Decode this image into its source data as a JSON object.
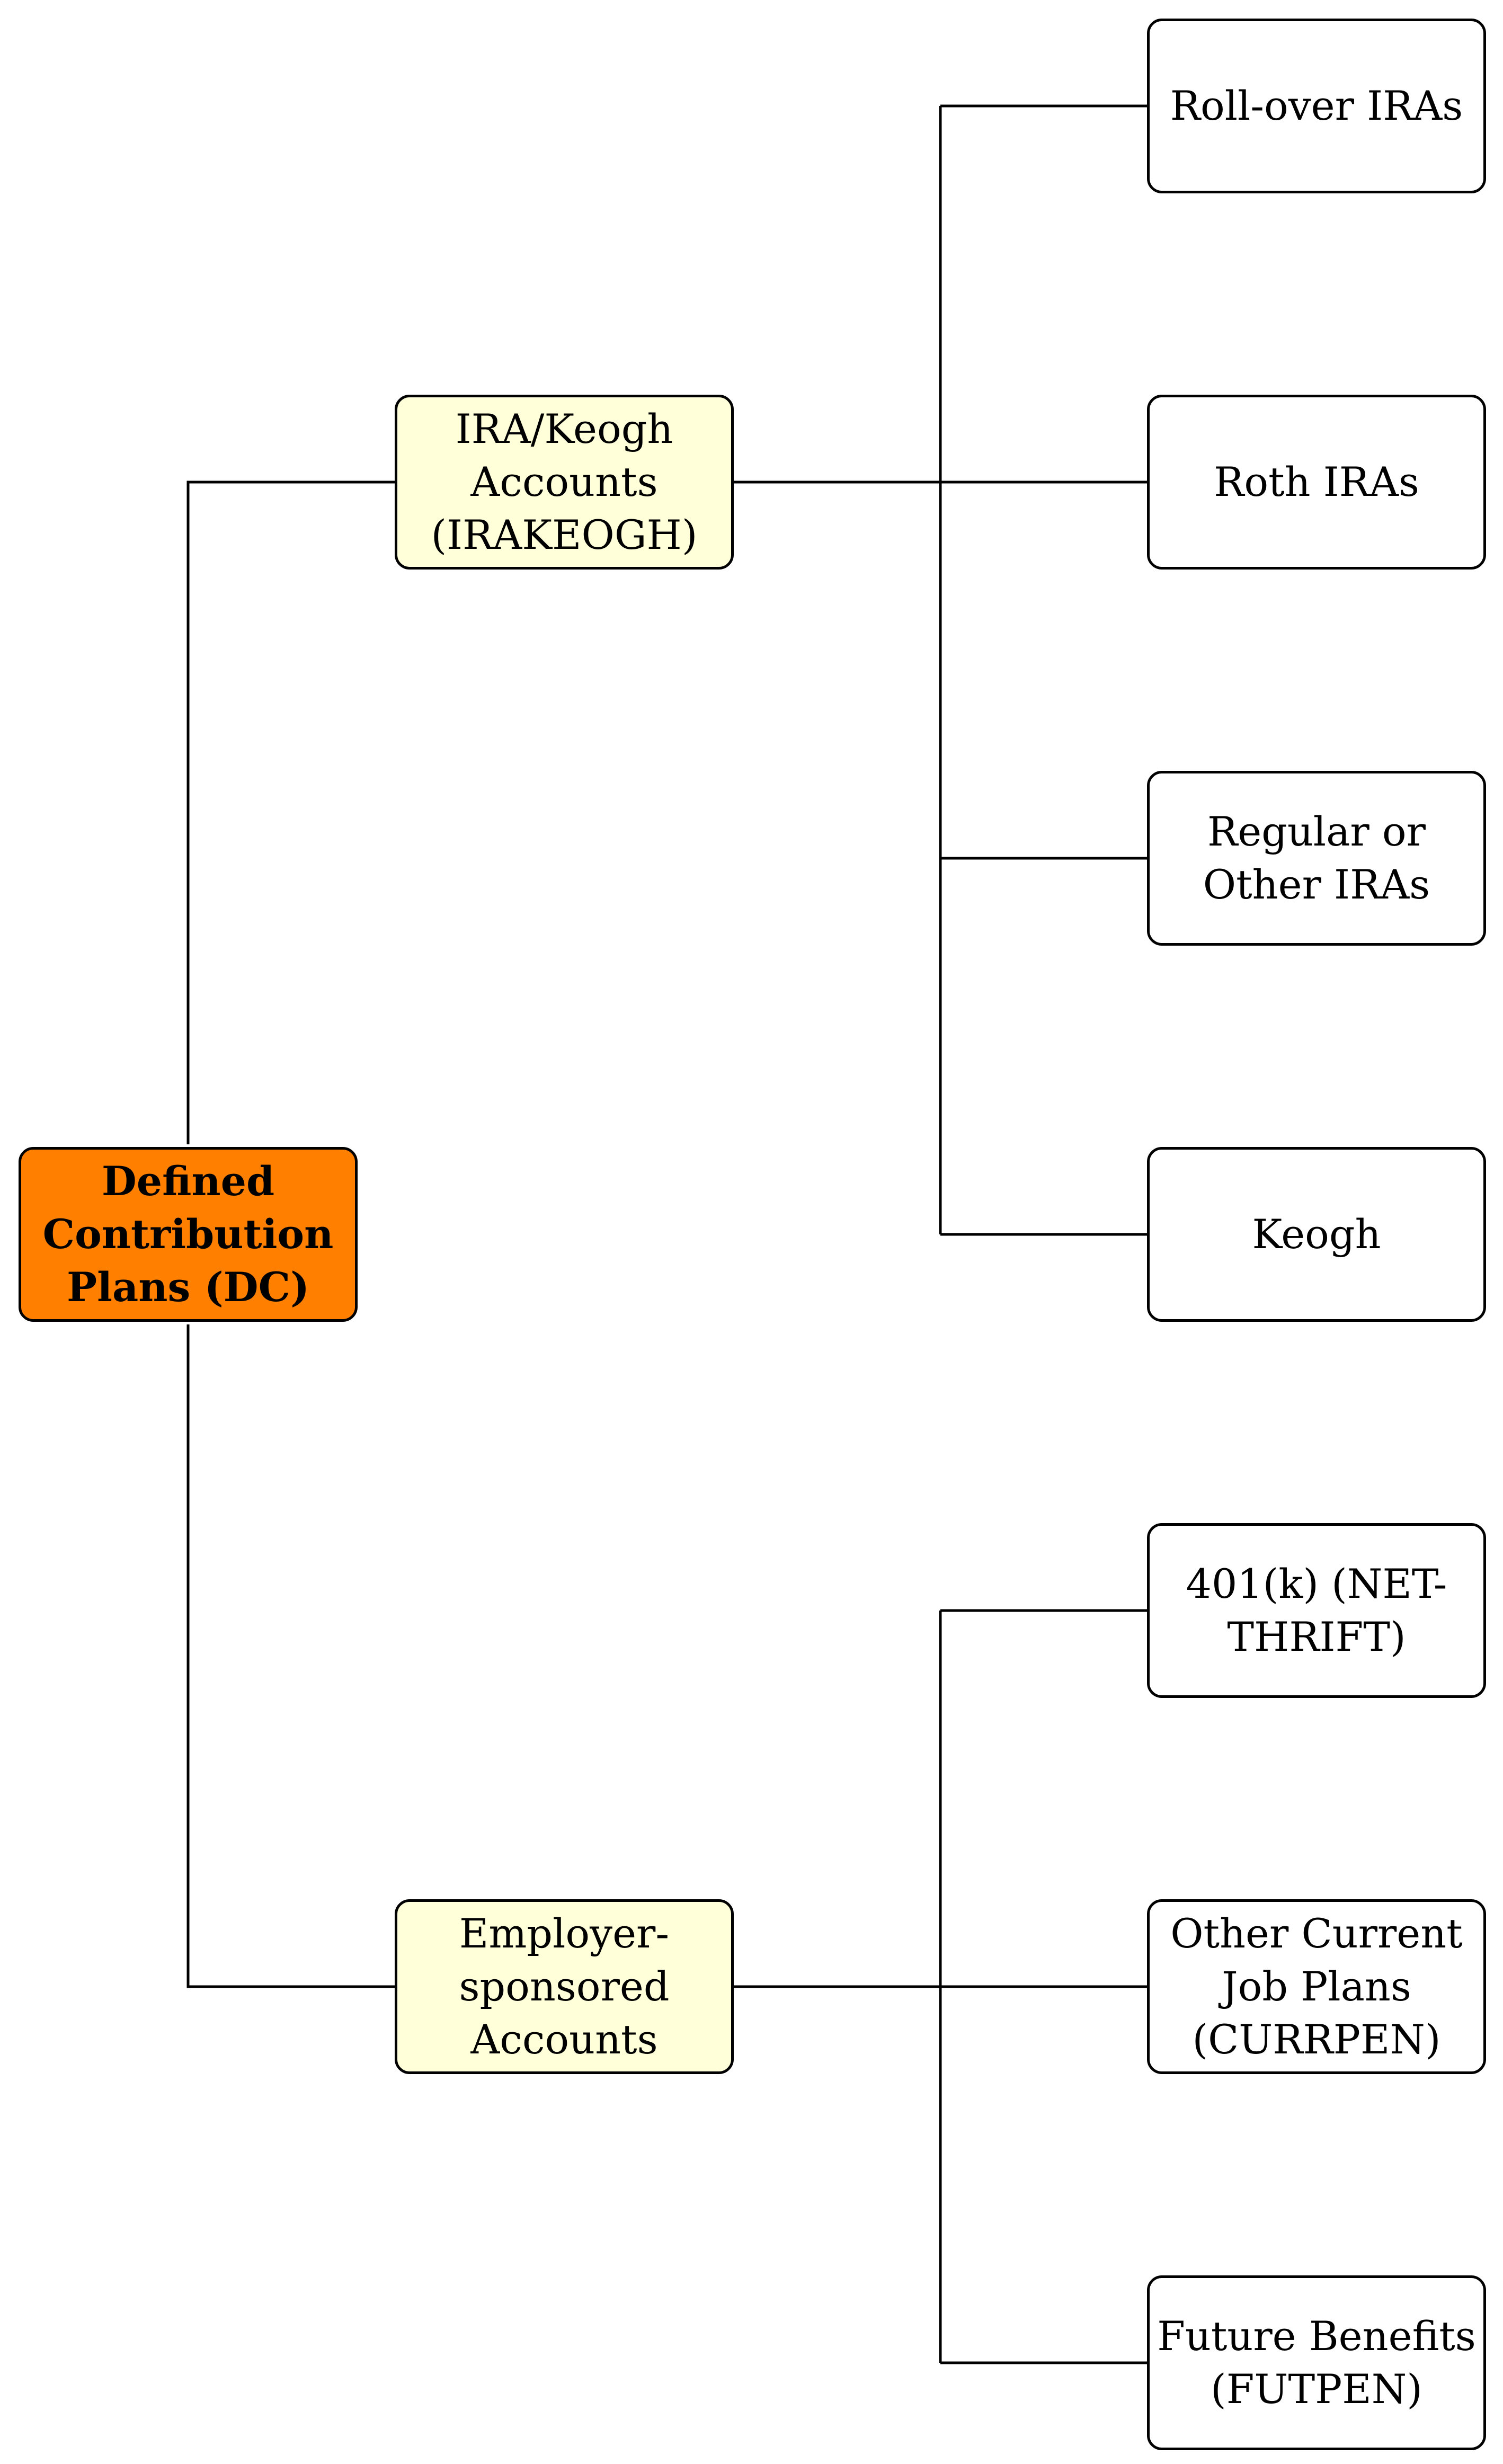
{
  "colors": {
    "root_fill": "#FF8000",
    "category_fill": "#FFFFD9",
    "leaf_fill": "#FFFFFF",
    "stroke": "#000000"
  },
  "root": {
    "label": "Defined\nContribution\nPlans (DC)"
  },
  "categories": [
    {
      "label": "IRA/Keogh\nAccounts\n(IRAKEOGH)",
      "children": [
        {
          "label": "Roll-over IRAs"
        },
        {
          "label": "Roth IRAs"
        },
        {
          "label": "Regular or\nOther IRAs"
        },
        {
          "label": "Keogh"
        }
      ]
    },
    {
      "label": "Employer-\nsponsored\nAccounts",
      "children": [
        {
          "label": "401(k) (NET-\nTHRIFT)"
        },
        {
          "label": "Other Current\nJob Plans\n(CURRPEN)"
        },
        {
          "label": "Future Benefits\n(FUTPEN)"
        }
      ]
    }
  ]
}
